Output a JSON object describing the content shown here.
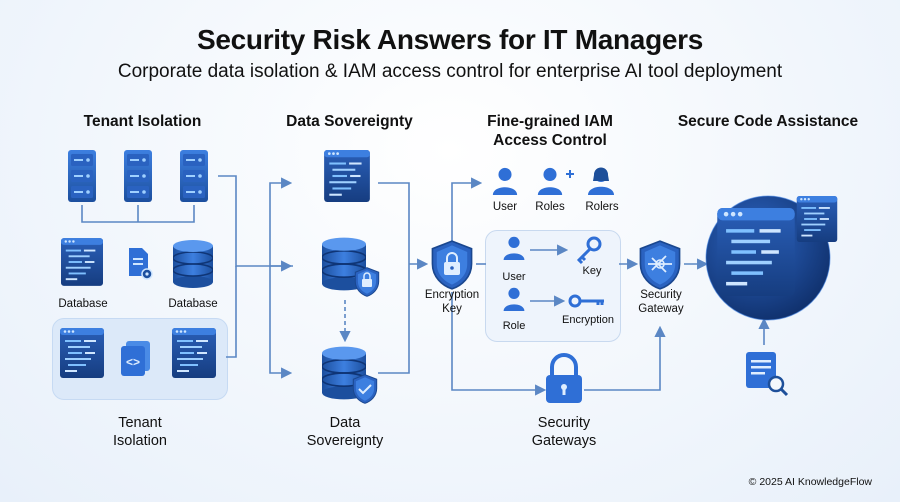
{
  "title": "Security Risk Answers for IT Managers",
  "subtitle": "Corporate data isolation & IAM access control for enterprise AI tool deployment",
  "columns": {
    "tenant_isolation": {
      "heading": "Tenant Isolation",
      "database_left": "Database",
      "database_right": "Database",
      "bottom_label": "Tenant\nIsolation"
    },
    "data_sovereignty": {
      "heading": "Data Sovereignty",
      "bottom_label": "Data\nSovereignty"
    },
    "encryption": {
      "label": "Encryption\nKey"
    },
    "iam": {
      "heading": "Fine-grained IAM\nAccess Control",
      "users_label": "User",
      "roles_label": "Roles",
      "rolers_label": "Rolers",
      "inner_user": "User",
      "inner_key": "Key",
      "inner_role": "Role",
      "inner_encryption": "Encryption",
      "gateway_label": "Security\nGateway",
      "gateways_bottom": "Security\nGateways"
    },
    "secure_code": {
      "heading": "Secure Code Assistance"
    }
  },
  "footer": "© 2025 AI KnowledgeFlow",
  "colors": {
    "accent": "#2f6fd6",
    "dark_blue": "#1d4f9a",
    "line": "#5b87c4",
    "panel": "#e1ecfa"
  }
}
